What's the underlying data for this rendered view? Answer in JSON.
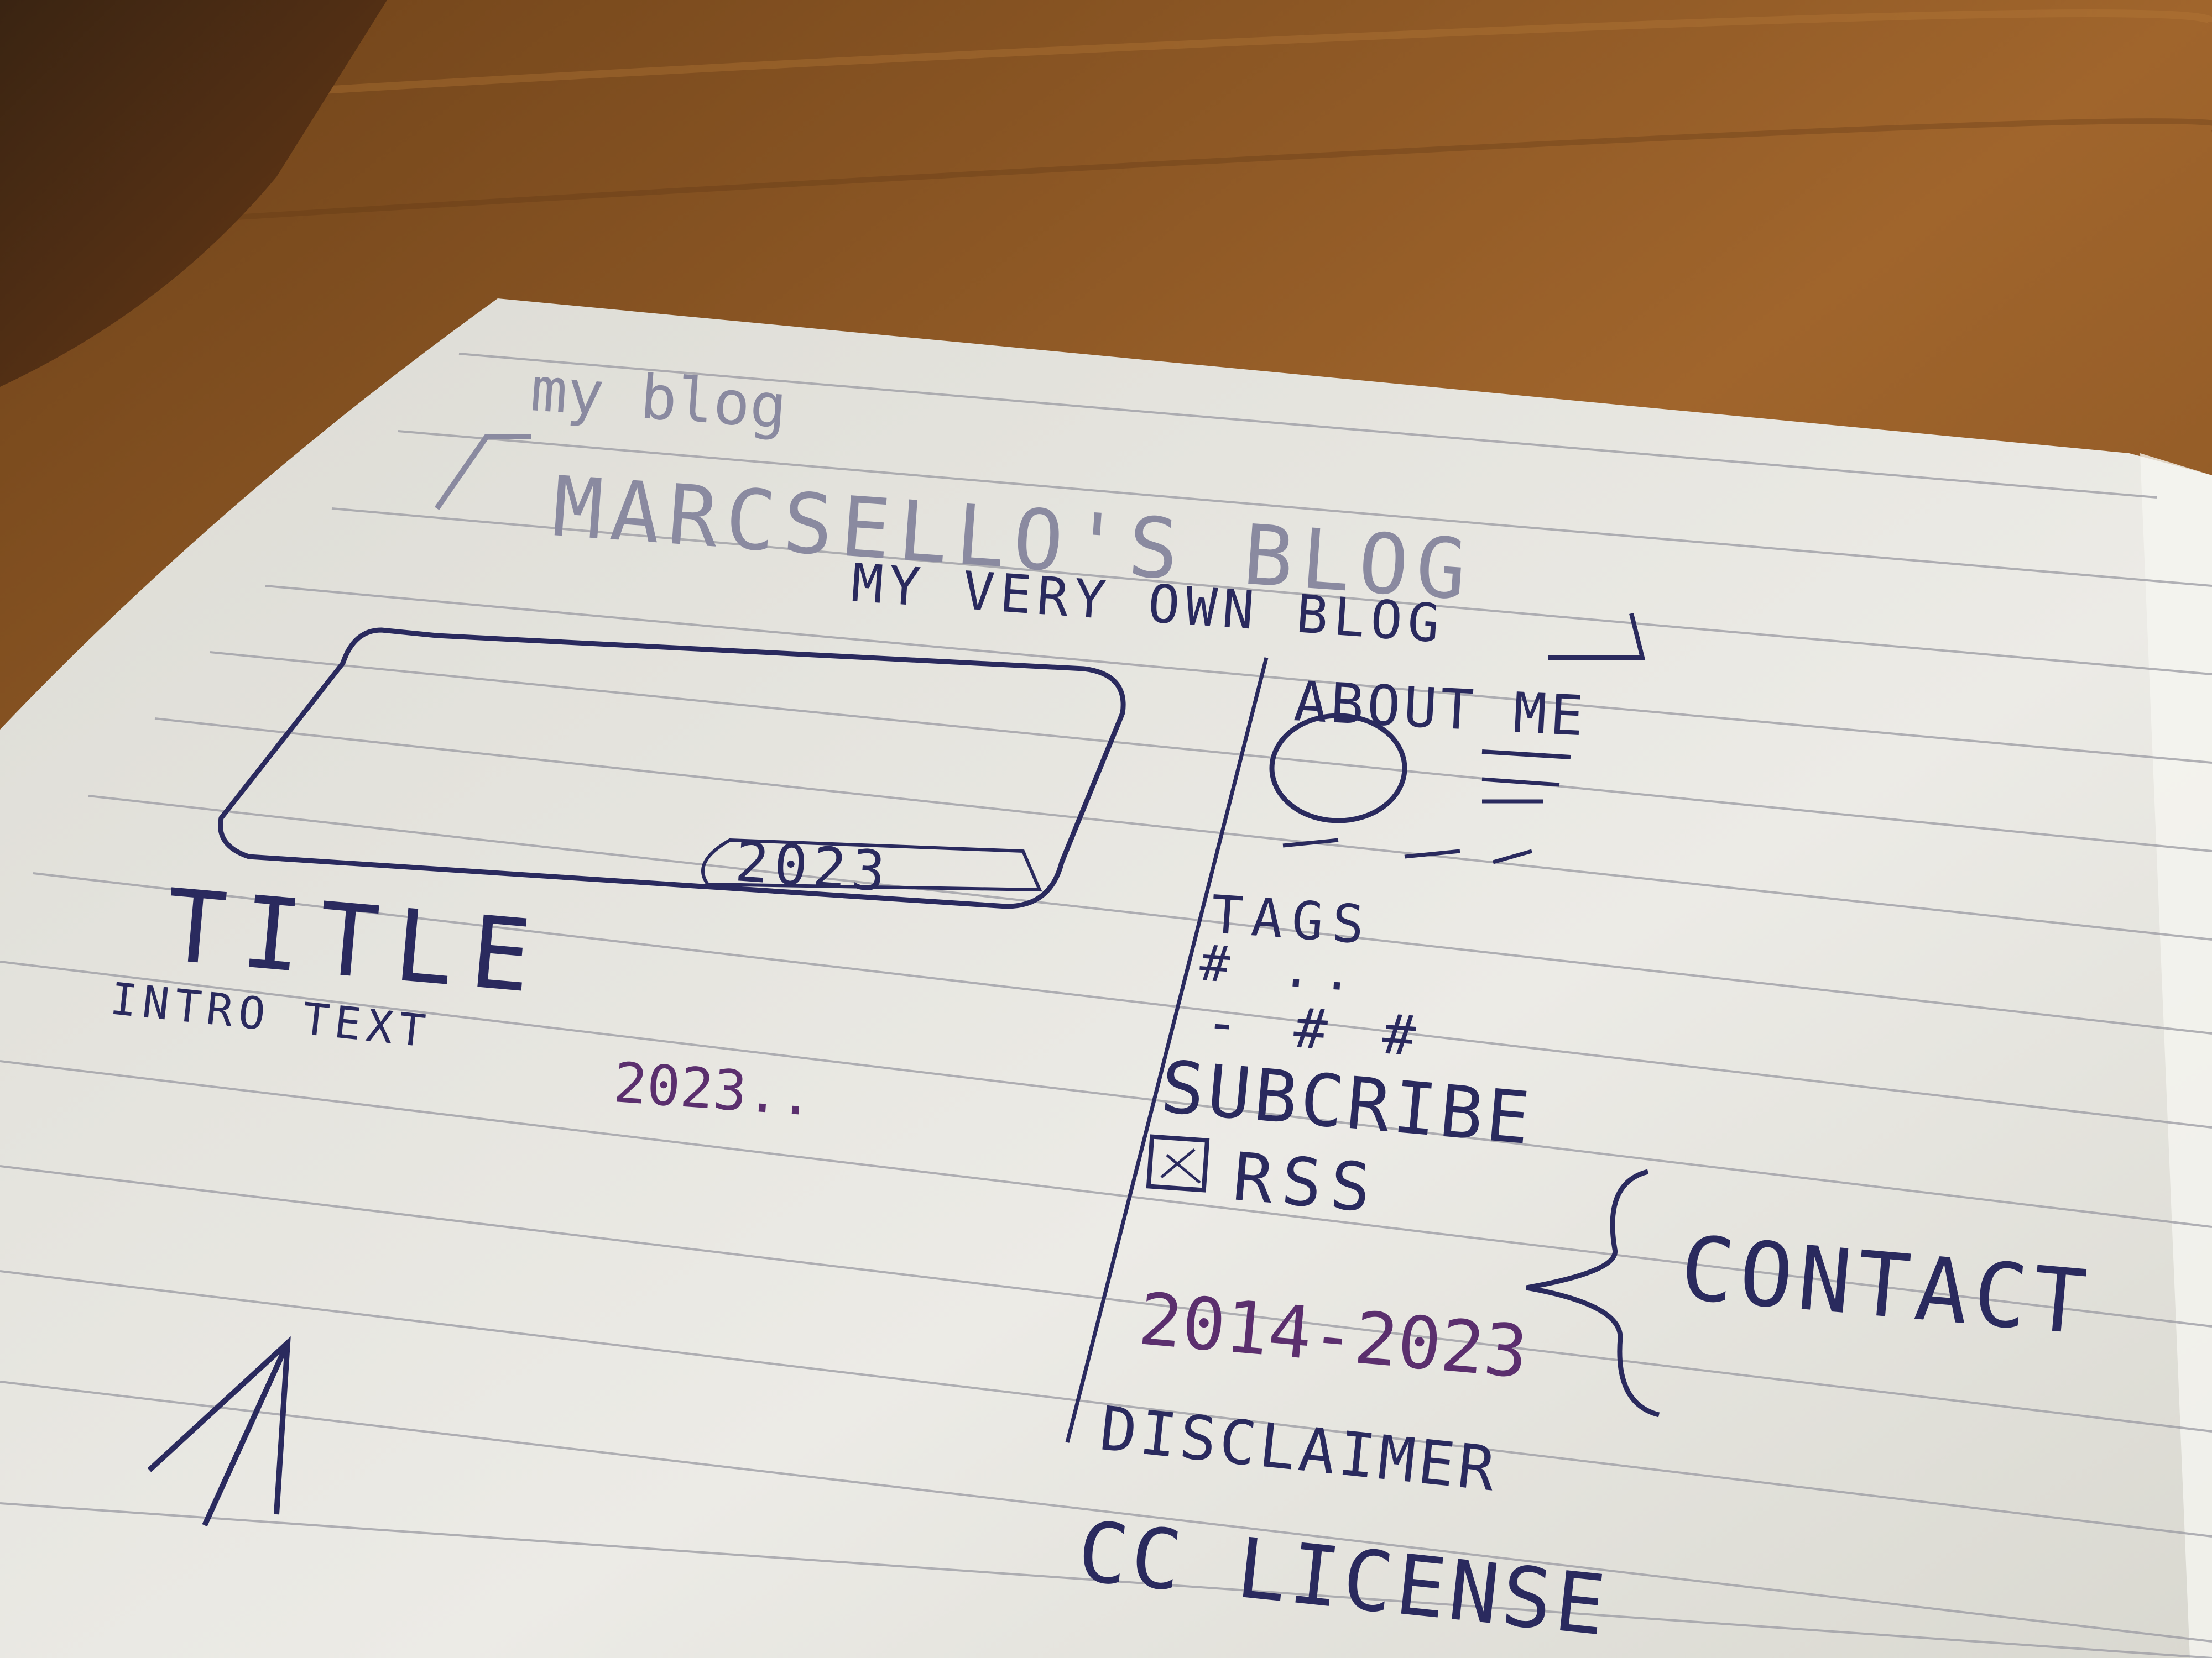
{
  "notebook": {
    "page_label": "my blog",
    "blog_title": "MARCSELLO'S BLOG",
    "blog_subtitle": "MY VERY OWN BLOG",
    "card_date": "2023",
    "post_title": "TITLE",
    "post_intro": "INTRO TEXT",
    "post_date": "2023..",
    "sidebar": {
      "about": "ABOUT ME",
      "tags_heading": "TAGS",
      "tag_line_1": "# ..",
      "tag_line_2": "- # #",
      "subscribe": "SUBCRIBE",
      "rss": "RSS",
      "contact": "CONTACT",
      "years": "2014-2023",
      "disclaimer": "DISCLAIMER",
      "license": "CC LICENSE"
    }
  },
  "colors": {
    "desk": "#8a5524",
    "paper": "#e9e8e2",
    "ink": "#2a2a5e",
    "rule": "#9a9aa2"
  }
}
